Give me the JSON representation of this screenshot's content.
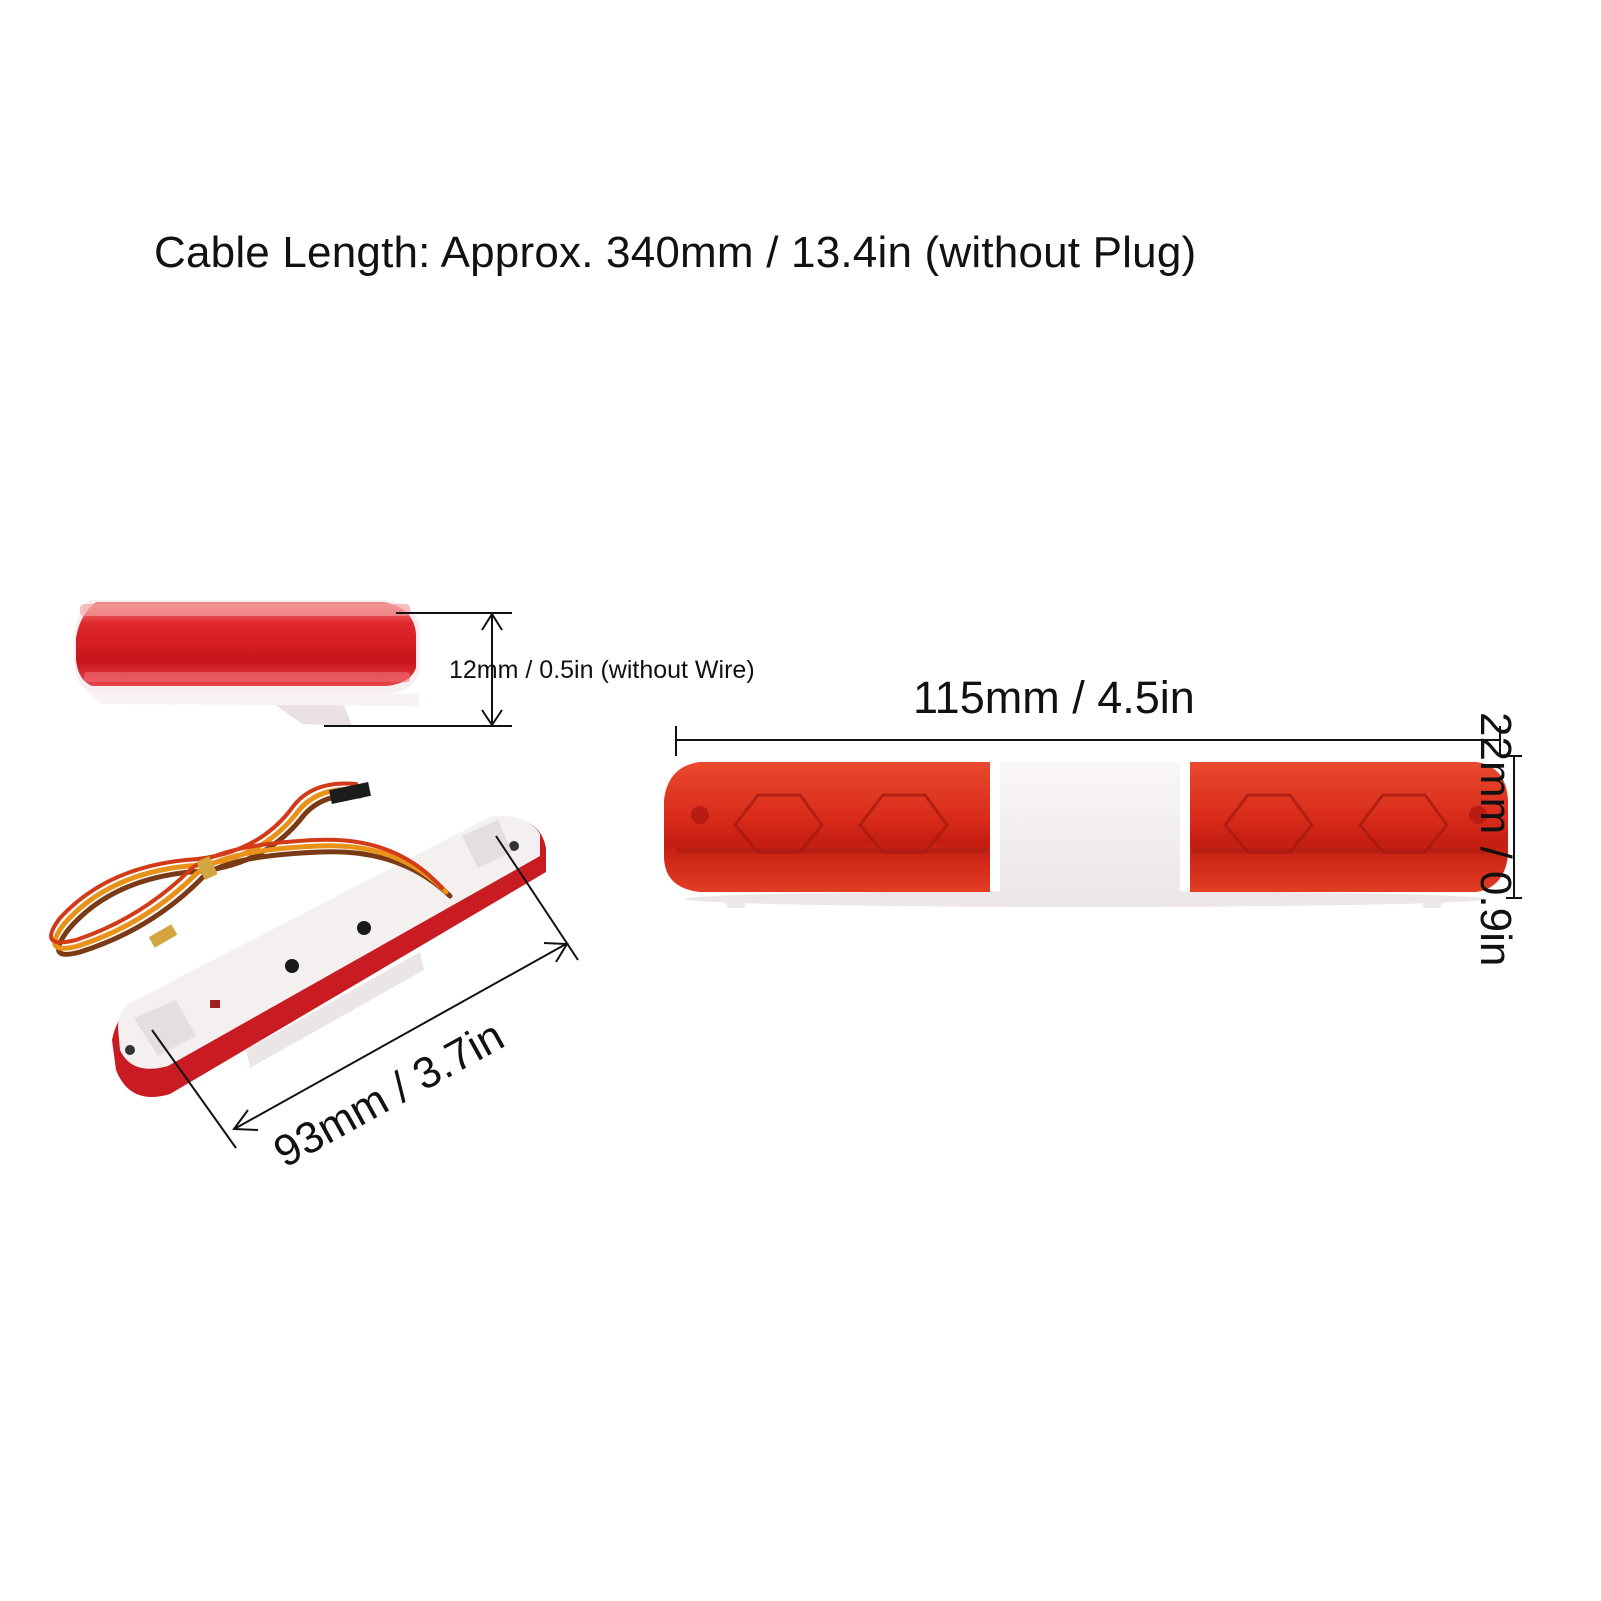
{
  "header": {
    "cable_length": "Cable Length: Approx. 340mm / 13.4in (without Plug)"
  },
  "dimensions": {
    "side_height": "12mm / 0.5in (without Wire)",
    "length": "115mm / 4.5in",
    "height": "22mm / 0.9in",
    "width": "93mm / 3.7in"
  },
  "colors": {
    "lens_red": "#d8242a",
    "lens_orange_red": "#e2361e",
    "housing_white": "#f4f1f1",
    "wire_orange": "#e8921a",
    "wire_brown": "#7a3a16",
    "wire_red": "#d23a18",
    "plug_black": "#1c1c1c"
  }
}
